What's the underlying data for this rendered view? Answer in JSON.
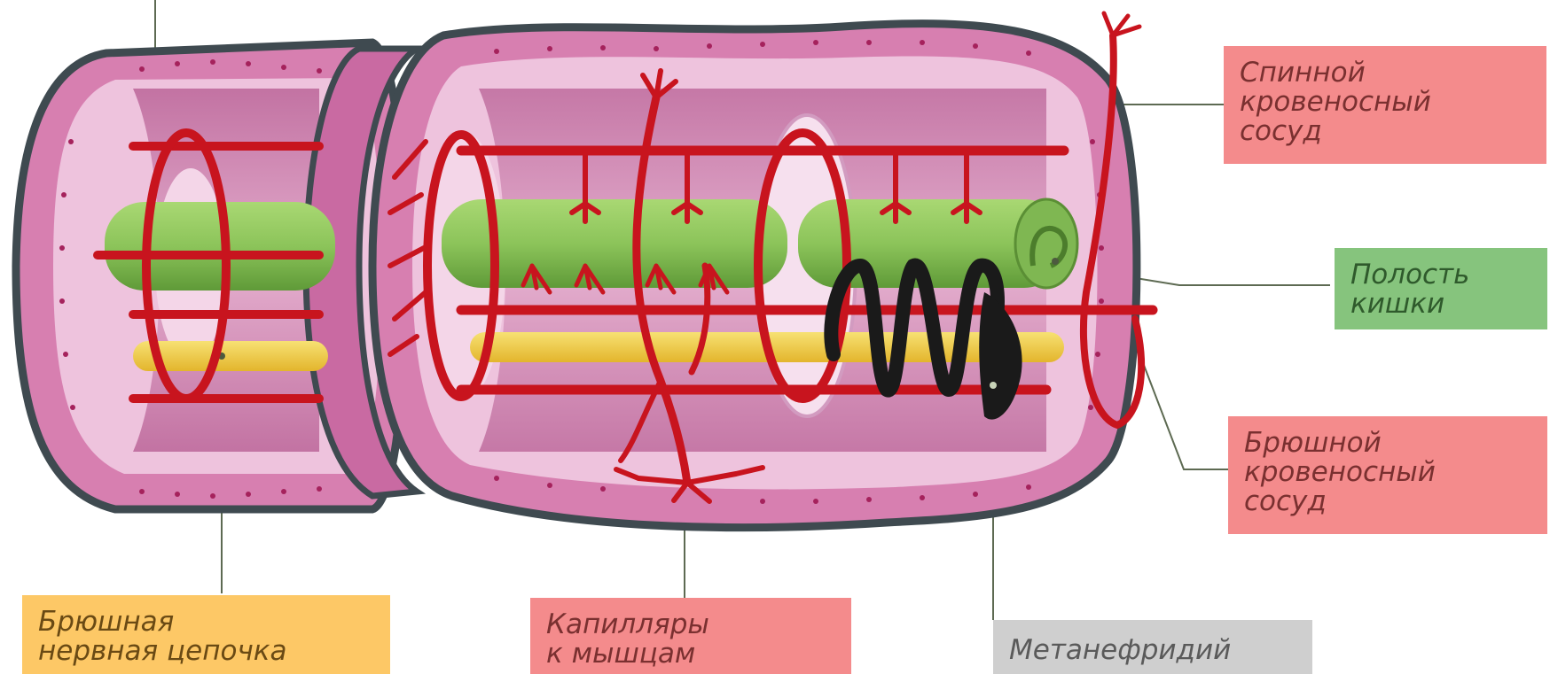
{
  "diagram": {
    "labels": {
      "dorsal_vessel": {
        "lines": [
          "Спинной",
          "кровеносный",
          "сосуд"
        ]
      },
      "gut_cavity": {
        "lines": [
          "Полость",
          "кишки"
        ]
      },
      "ventral_vessel": {
        "lines": [
          "Брюшной",
          "кровеносный",
          "сосуд"
        ]
      },
      "nerve_cord": {
        "lines": [
          "Брюшная",
          "нервная цепочка"
        ]
      },
      "capillaries": {
        "lines": [
          "Капилляры",
          "к мышцам"
        ]
      },
      "metanephridium": {
        "lines": [
          "Метанефридий"
        ]
      }
    },
    "colors": {
      "body_wall": "#d77fb0",
      "body_inner": "#e8b3d4",
      "cuticle": "#3f4a50",
      "vessel": "#c8141e",
      "gut": "#8cc45a",
      "nerve": "#f3d14a",
      "nephridium": "#1a1a1a",
      "label_red": "#f48b8c",
      "label_green": "#86c47d",
      "label_yellow": "#fdc866",
      "label_grey": "#cfcfcf"
    }
  }
}
